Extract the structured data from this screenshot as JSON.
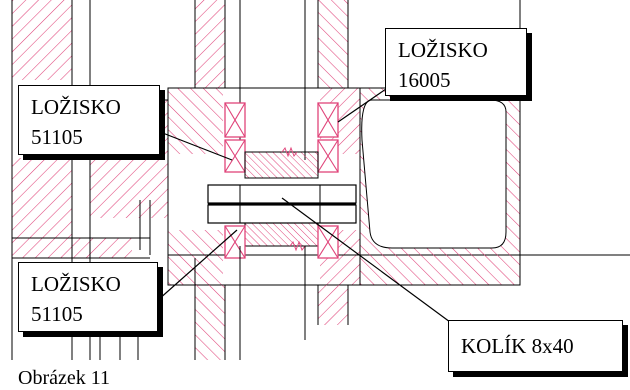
{
  "callouts": {
    "top_right": {
      "line1": "LOŽISKO",
      "line2": "16005"
    },
    "mid_left": {
      "line1": "LOŽISKO",
      "line2": "51105"
    },
    "bottom_left": {
      "line1": "LOŽISKO",
      "line2": "51105"
    },
    "bottom_right": {
      "line1": "KOLÍK 8x40"
    }
  },
  "caption": "Obrázek 11",
  "colors": {
    "hatch": "#e0447a",
    "line": "#000000",
    "background": "#ffffff"
  }
}
